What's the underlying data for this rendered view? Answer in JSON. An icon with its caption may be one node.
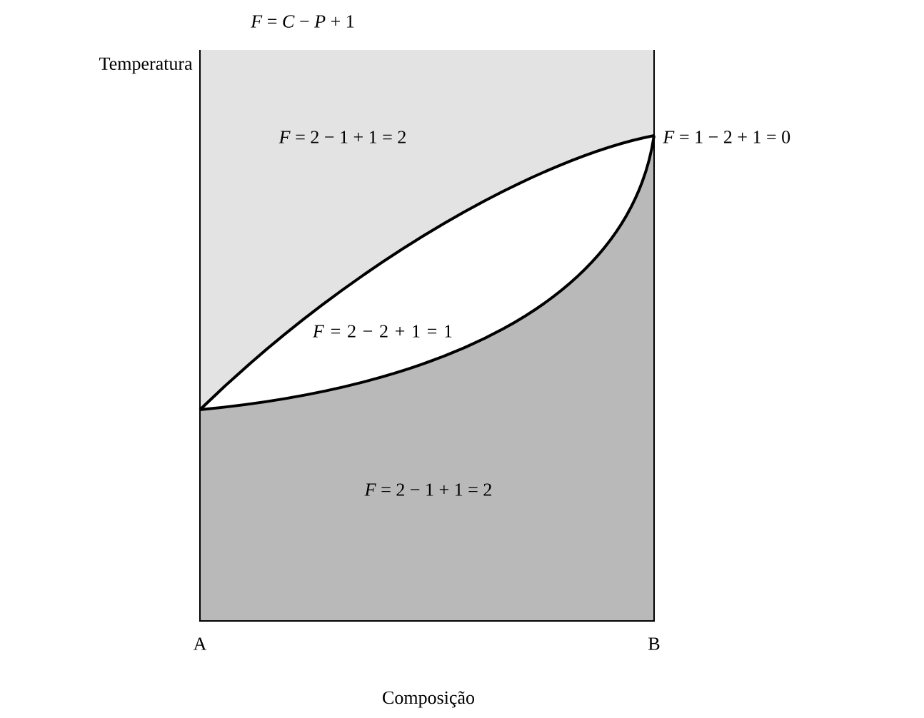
{
  "diagram": {
    "labels": [
      "*F* = *C* − *P* + 1",
      "Temperatura",
      "*F* = 2 − 1 + 1 = 2",
      "*F* = 1 − 2 + 1 = 0",
      "*F* = 2 − 2 + 1 = 1",
      "*F* = 2 − 1 + 1 = 2",
      "A",
      "B",
      "Composição"
    ]
  }
}
